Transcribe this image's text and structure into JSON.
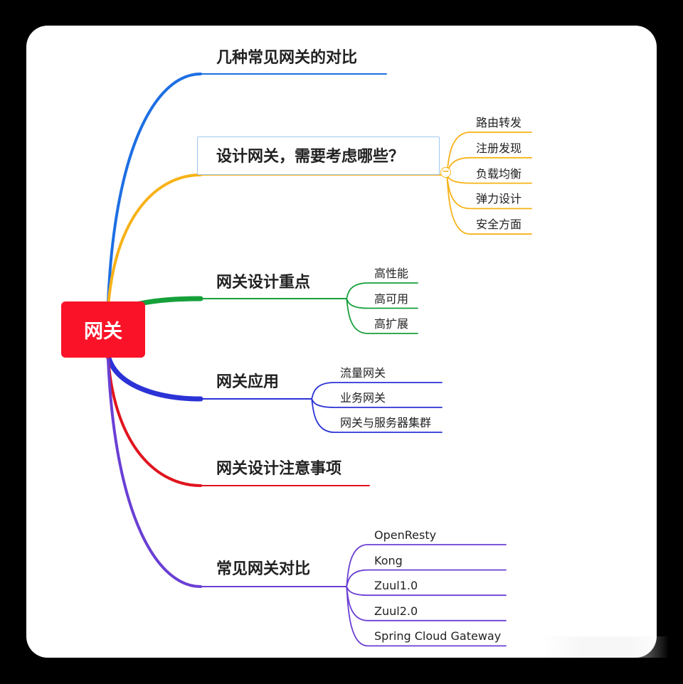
{
  "root": {
    "label": "网关",
    "color": "#fa1328"
  },
  "branches": [
    {
      "label": "几种常见网关的对比",
      "color": "#1d6fe3",
      "highlighted": false,
      "collapsed_toggle": false,
      "children": []
    },
    {
      "label": "设计网关，需要考虑哪些？",
      "color": "#f7b217",
      "highlighted": true,
      "collapsed_toggle": true,
      "toggle_symbol": "−",
      "children": [
        "路由转发",
        "注册发现",
        "负载均衡",
        "弹力设计",
        "安全方面"
      ]
    },
    {
      "label": "网关设计重点",
      "color": "#16a03a",
      "highlighted": false,
      "collapsed_toggle": false,
      "children": [
        "高性能",
        "高可用",
        "高扩展"
      ]
    },
    {
      "label": "网关应用",
      "color": "#2b33d6",
      "highlighted": false,
      "collapsed_toggle": false,
      "children": [
        "流量网关",
        "业务网关",
        "网关与服务器集群"
      ]
    },
    {
      "label": "网关设计注意事项",
      "color": "#e0141e",
      "highlighted": false,
      "collapsed_toggle": false,
      "children": []
    },
    {
      "label": "常见网关对比",
      "color": "#6a3fd4",
      "highlighted": false,
      "collapsed_toggle": false,
      "children": [
        "OpenResty",
        "Kong",
        "Zuul1.0",
        "Zuul2.0",
        "Spring Cloud Gateway"
      ]
    }
  ]
}
